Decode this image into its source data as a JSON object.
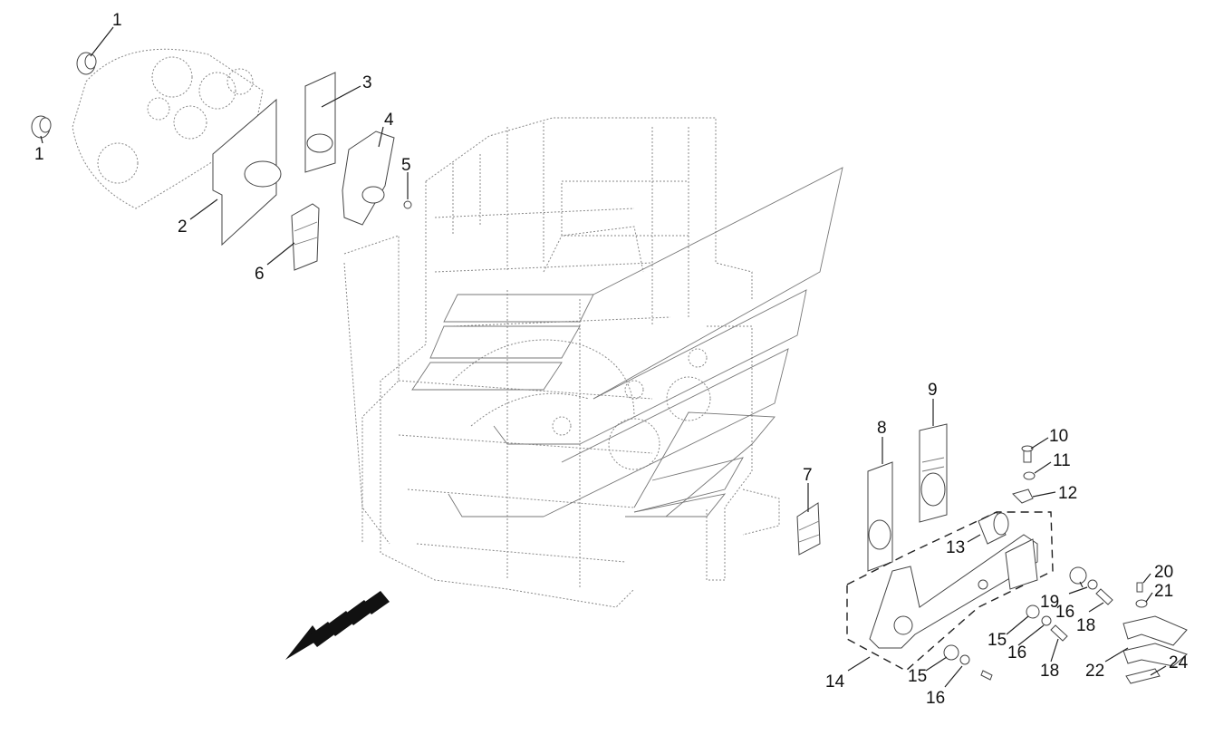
{
  "callouts": [
    {
      "id": "c1a",
      "text": "1"
    },
    {
      "id": "c1b",
      "text": "1"
    },
    {
      "id": "c2",
      "text": "2"
    },
    {
      "id": "c3",
      "text": "3"
    },
    {
      "id": "c4",
      "text": "4"
    },
    {
      "id": "c5",
      "text": "5"
    },
    {
      "id": "c6",
      "text": "6"
    },
    {
      "id": "c7",
      "text": "7"
    },
    {
      "id": "c8",
      "text": "8"
    },
    {
      "id": "c9",
      "text": "9"
    },
    {
      "id": "c10",
      "text": "10"
    },
    {
      "id": "c11",
      "text": "11"
    },
    {
      "id": "c12",
      "text": "12"
    },
    {
      "id": "c13",
      "text": "13"
    },
    {
      "id": "c14",
      "text": "14"
    },
    {
      "id": "c15a",
      "text": "15"
    },
    {
      "id": "c15b",
      "text": "15"
    },
    {
      "id": "c16a",
      "text": "16"
    },
    {
      "id": "c16b",
      "text": "16"
    },
    {
      "id": "c16c",
      "text": "16"
    },
    {
      "id": "c18a",
      "text": "18"
    },
    {
      "id": "c18b",
      "text": "18"
    },
    {
      "id": "c19",
      "text": "19"
    },
    {
      "id": "c20",
      "text": "20"
    },
    {
      "id": "c21",
      "text": "21"
    },
    {
      "id": "c22",
      "text": "22"
    },
    {
      "id": "c24",
      "text": "24"
    }
  ],
  "icons": {
    "direction_arrow": "travel-direction-arrow-icon"
  }
}
